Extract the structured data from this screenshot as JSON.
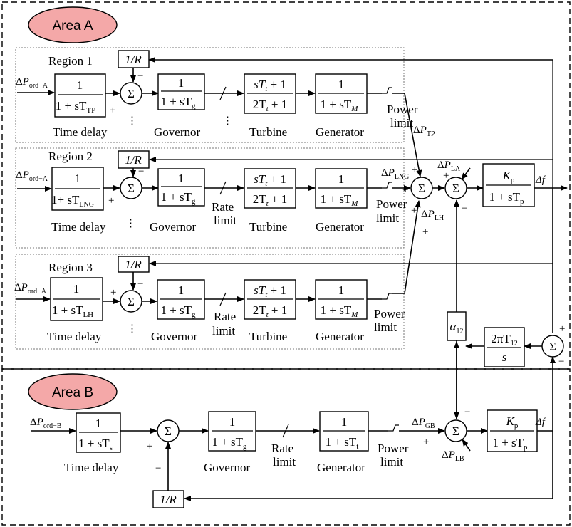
{
  "areas": {
    "a": "Area A",
    "b": "Area B"
  },
  "regions": [
    "Region 1",
    "Region 2",
    "Region 3"
  ],
  "block_labels": {
    "time_delay": "Time delay",
    "governor": "Governor",
    "turbine": "Turbine",
    "generator": "Generator",
    "power": "Power",
    "limit": "limit",
    "rate": "Rate",
    "rate_limit_limit": "limit"
  },
  "tf": {
    "one": "1",
    "one_plus_stp": "1 + sT",
    "tp_sub": "TP",
    "one_plus_slng": "1+ sT",
    "lng_sub": "LNG",
    "lh_sub": "LH",
    "one_plus_sg": "1 + sT",
    "g_sub": "g",
    "turb_num": "sT",
    "turb_num_rest": " + 1",
    "turb_den": "2T",
    "turb_den_rest": " + 1",
    "t_sub": "t",
    "gen_den": "1 + sT",
    "m_sub": "M",
    "kp": "K",
    "p_sub": "p",
    "kp_den": "1 + sT",
    "tie_num": "2πT",
    "tie_sub": "12",
    "tie_den": "s",
    "alpha": "α",
    "alpha_sub": "12",
    "one_over_r": "1/R",
    "s_sub": "s",
    "t_sub_b": "t"
  },
  "signals": {
    "delta": "Δ",
    "p_ord_a": "P",
    "ord_a_sub": "ord−A",
    "ord_b_sub": "ord−B",
    "p": "P",
    "tp_sub": "TP",
    "lng_sub": "LNG",
    "lh_sub": "LH",
    "la_sub": "LA",
    "gb_sub": "GB",
    "lb_sub": "LB",
    "df": "Δf",
    "sigma": "Σ",
    "plus": "+",
    "minus": "−",
    "ellipsis": "⋮"
  }
}
